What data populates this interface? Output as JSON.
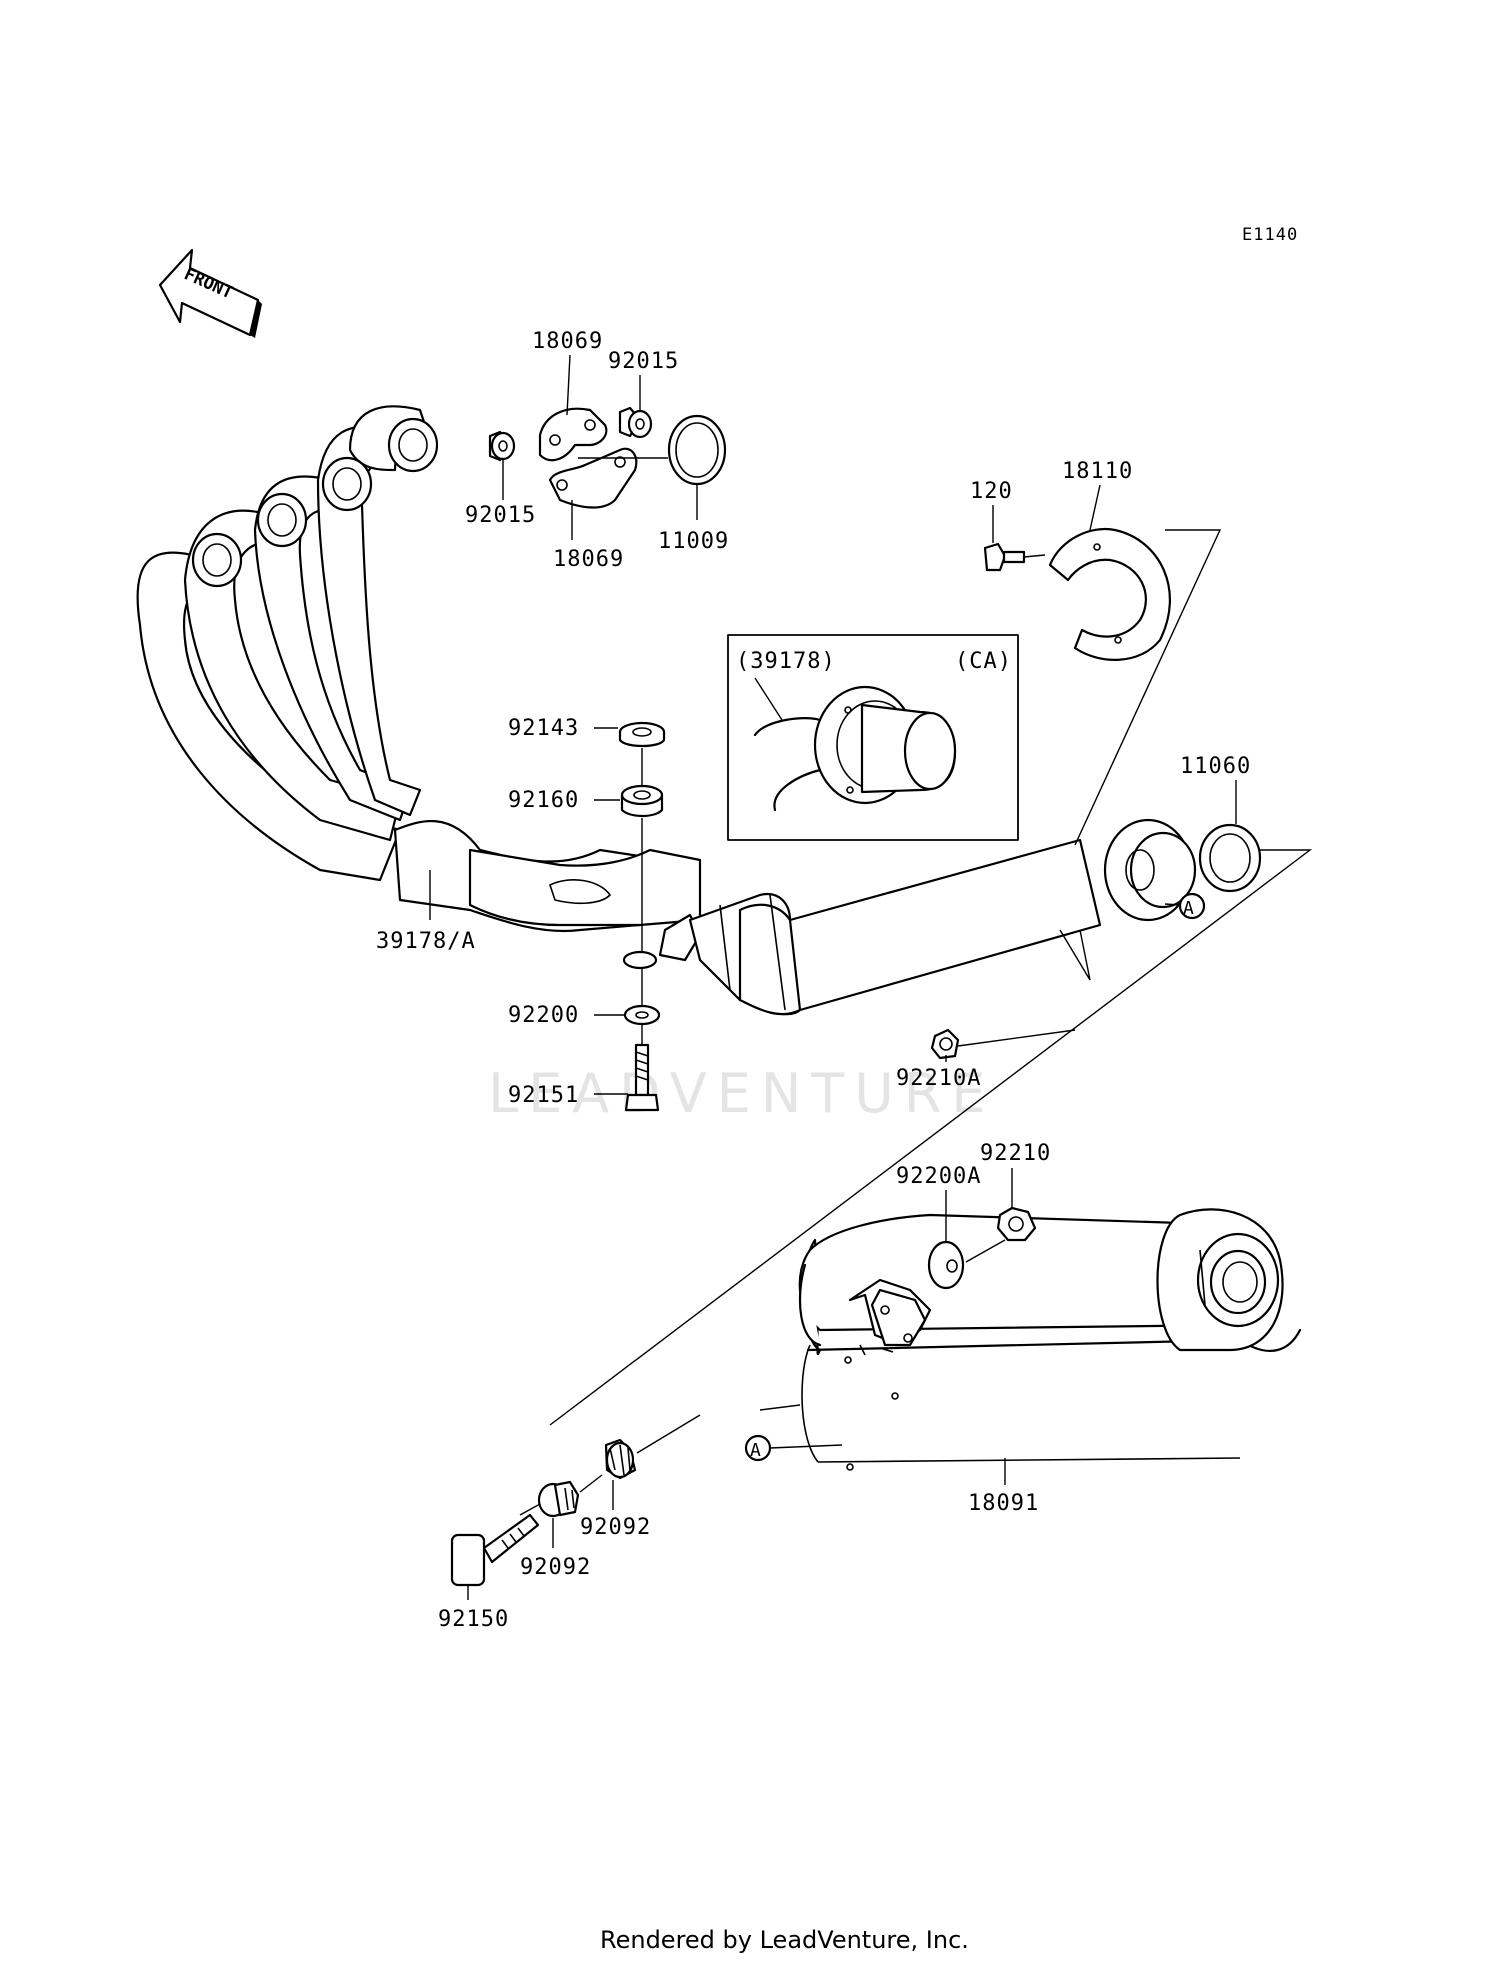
{
  "diagram_code": "E1140",
  "front_label": "FRONT",
  "watermark": "LEADVENTURE",
  "footer": "Rendered by LeadVenture, Inc.",
  "inset": {
    "part": "(39178)",
    "region": "(CA)"
  },
  "ref_marker": "A",
  "labels": {
    "p18069_top": "18069",
    "p92015_top": "92015",
    "p92015_left": "92015",
    "p18069_bottom": "18069",
    "p11009": "11009",
    "p120": "120",
    "p18110": "18110",
    "p92143": "92143",
    "p92160": "92160",
    "p11060": "11060",
    "p39178A": "39178/A",
    "p92200": "92200",
    "p92151": "92151",
    "p92210A": "92210A",
    "p92210": "92210",
    "p92200A": "92200A",
    "p92092_right": "92092",
    "p92092_left": "92092",
    "p92150": "92150",
    "p18091": "18091"
  }
}
